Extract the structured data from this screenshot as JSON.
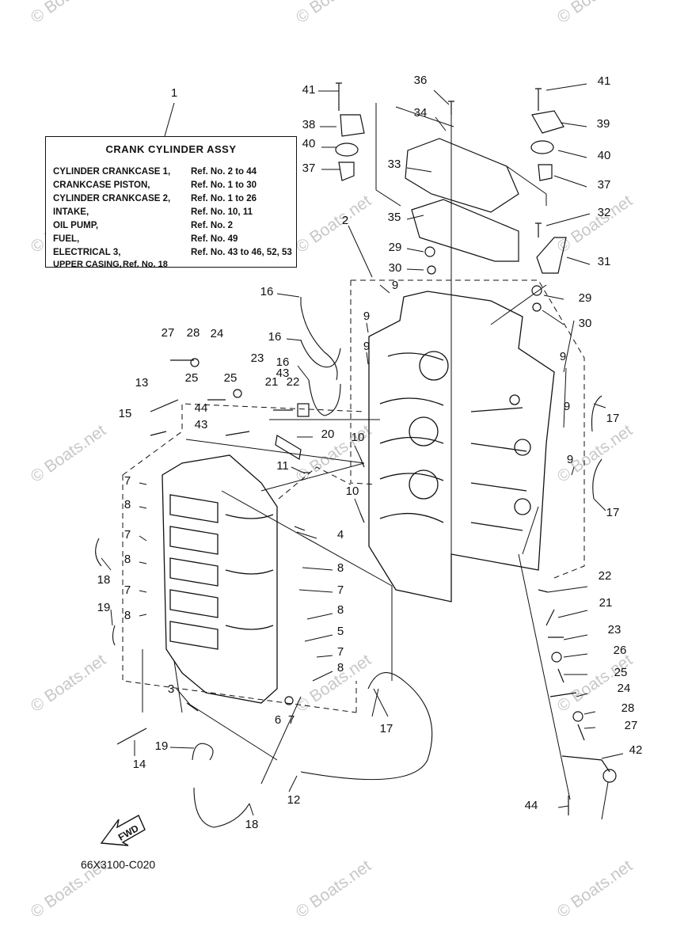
{
  "title_box": {
    "title": "CRANK CYLINDER ASSY",
    "rows": [
      {
        "name": "CYLINDER CRANKCASE 1,",
        "ref": "Ref. No. 2 to 44"
      },
      {
        "name": "CRANKCASE PISTON,",
        "ref": "Ref. No. 1 to 30"
      },
      {
        "name": "CYLINDER CRANKCASE 2,",
        "ref": "Ref. No. 1 to 26"
      },
      {
        "name": "INTAKE,",
        "ref": "Ref. No. 10, 11"
      },
      {
        "name": "OIL PUMP,",
        "ref": "Ref. No. 2"
      },
      {
        "name": "FUEL,",
        "ref": "Ref. No. 49"
      },
      {
        "name": "ELECTRICAL 3,",
        "ref": "Ref. No. 43 to 46, 52, 53"
      },
      {
        "name": "UPPER CASING,",
        "ref": "Ref. No. 18"
      }
    ]
  },
  "fwd_label": "FWD",
  "diagram_code": "66X3100-C020",
  "watermark_text": "© Boats.net",
  "callouts": [
    "1",
    "2",
    "3",
    "4",
    "5",
    "6",
    "7",
    "8",
    "9",
    "10",
    "11",
    "12",
    "13",
    "14",
    "15",
    "16",
    "17",
    "18",
    "19",
    "20",
    "21",
    "22",
    "23",
    "24",
    "25",
    "26",
    "27",
    "28",
    "29",
    "30",
    "31",
    "32",
    "33",
    "34",
    "35",
    "36",
    "37",
    "38",
    "39",
    "40",
    "41",
    "42",
    "43",
    "44"
  ],
  "colors": {
    "line": "#111111",
    "watermark": "#9a9a9a",
    "background": "#ffffff"
  }
}
